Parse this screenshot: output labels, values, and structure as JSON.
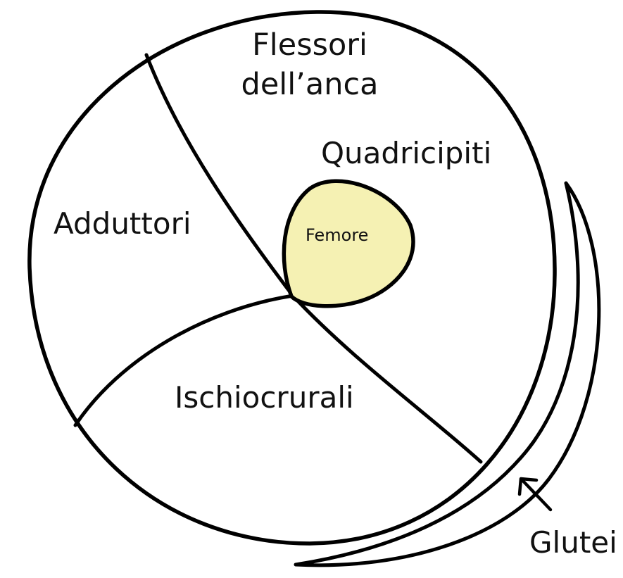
{
  "labels": {
    "hip_flexors_line1": "Flessori",
    "hip_flexors_line2": "dell’anca",
    "quadriceps": "Quadricipiti",
    "adductors": "Adduttori",
    "femur": "Femore",
    "hamstrings": "Ischiocrurali",
    "glutes": "Glutei"
  },
  "colors": {
    "outline": "#000000",
    "femur_fill": "#f5f1b3",
    "background": "#ffffff"
  }
}
